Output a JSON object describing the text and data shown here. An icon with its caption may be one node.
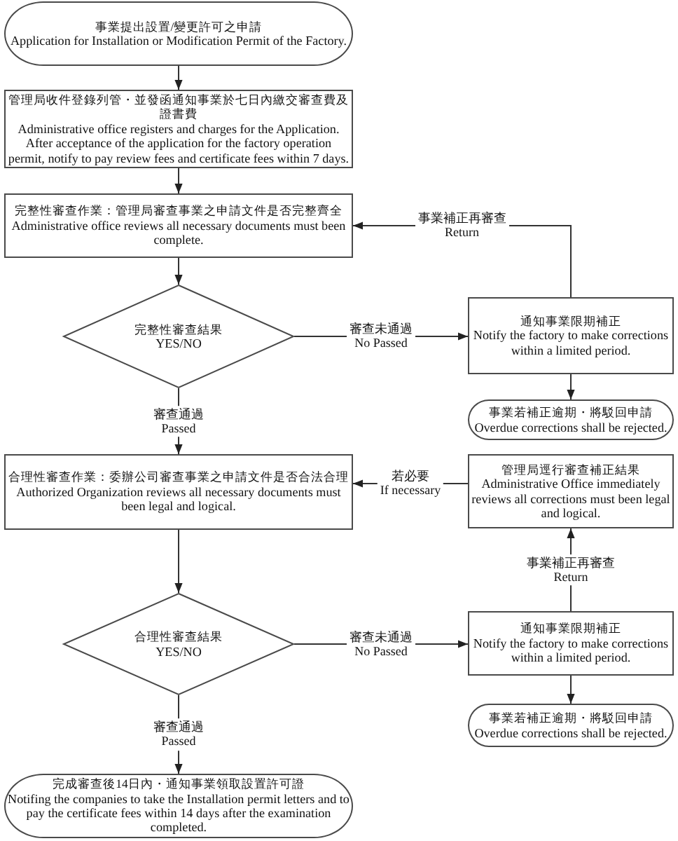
{
  "diagram": {
    "nodes": [
      {
        "text": [
          "事業提出設置/變更許可之申請",
          "Application for Installation or Modification Permit of the Factory."
        ]
      },
      {
        "text": [
          "管理局收件登錄列管・並發函通知事業於七日內繳交審查費及證書費",
          "Administrative office registers and charges for the Application. After acceptance of the application for the factory operation permit, notify to pay review fees and certificate fees within 7 days."
        ]
      },
      {
        "text": [
          "完整性審查作業：管理局審查事業之申請文件是否完整齊全",
          "Administrative office reviews all necessary documents must been complete."
        ]
      },
      {
        "text": [
          "完整性審查結果",
          "YES/NO"
        ]
      },
      {
        "text": [
          "通知事業限期補正",
          "Notify the factory to make corrections within a limited period."
        ]
      },
      {
        "text": [
          "事業若補正逾期・將駁回申請",
          "Overdue corrections shall be rejected."
        ]
      },
      {
        "text": [
          "合理性審查作業：委辦公司審查事業之申請文件是否合法合理",
          "Authorized Organization reviews all necessary documents must been legal and logical."
        ]
      },
      {
        "text": [
          "管理局逕行審查補正結果",
          "Administrative Office immediately reviews all corrections must been legal and logical."
        ]
      },
      {
        "text": [
          "合理性審查結果",
          "YES/NO"
        ]
      },
      {
        "text": [
          "通知事業限期補正",
          "Notify the factory to make corrections within a limited period."
        ]
      },
      {
        "text": [
          "事業若補正逾期・將駁回申請",
          "Overdue corrections shall be rejected."
        ]
      },
      {
        "text": [
          "完成審查後14日內・通知事業領取設置許可證",
          "Notifing the companies to take the Installation permit letters and to pay the certificate fees within 14 days after the examination completed."
        ]
      }
    ],
    "edges": [
      {
        "from": 0,
        "to": 1,
        "arrow": "to"
      },
      {
        "from": 1,
        "to": 2,
        "arrow": "to"
      },
      {
        "from": 2,
        "to": 3,
        "arrow": "to"
      },
      {
        "from": 3,
        "to": 4,
        "arrow": "to",
        "label": "審查未通過 No Passed"
      },
      {
        "from": 4,
        "to": 2,
        "arrow": "to",
        "label": "事業補正再審查 Return"
      },
      {
        "from": 4,
        "to": 5,
        "arrow": "to"
      },
      {
        "from": 3,
        "to": 6,
        "arrow": "to",
        "label": "審查通過 Passed"
      },
      {
        "from": 7,
        "to": 6,
        "arrow": "to",
        "label": "若必要 If necessary"
      },
      {
        "from": 6,
        "to": 8,
        "arrow": "to"
      },
      {
        "from": 8,
        "to": 9,
        "arrow": "to",
        "label": "審查未通過 No Passed"
      },
      {
        "from": 9,
        "to": 7,
        "arrow": "to",
        "label": "事業補正再審查 Return"
      },
      {
        "from": 9,
        "to": 10,
        "arrow": "to"
      },
      {
        "from": 8,
        "to": 11,
        "arrow": "to",
        "label": "審查通過 Passed"
      }
    ]
  }
}
